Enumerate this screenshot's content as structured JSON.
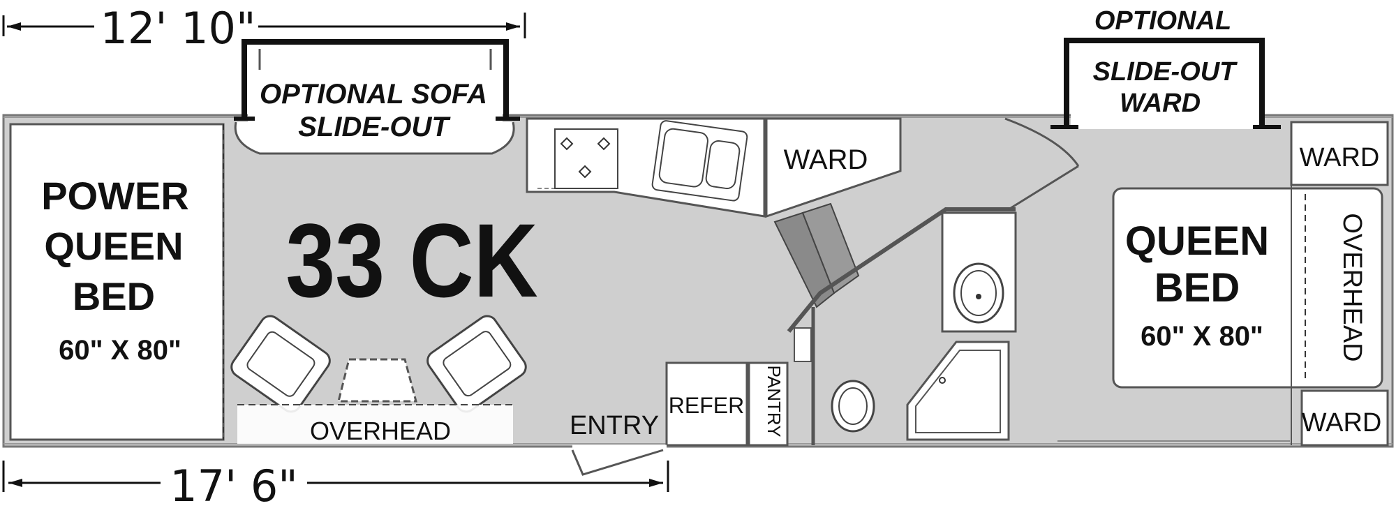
{
  "model": "33 CK",
  "dimensions": {
    "top": "12' 10\"",
    "bottom": "17' 6\""
  },
  "rooms": {
    "front_bed": [
      "POWER",
      "QUEEN",
      "BED"
    ],
    "front_bed_size": "60\" X 80\"",
    "rear_bed": [
      "QUEEN",
      "BED"
    ],
    "rear_bed_size": "60\" X 80\"",
    "sofa_slide": [
      "OPTIONAL SOFA",
      "SLIDE-OUT"
    ],
    "ward_slide_title": "OPTIONAL",
    "ward_slide": [
      "SLIDE-OUT",
      "WARD"
    ],
    "ward_kitchen": "WARD",
    "ward_top_right": "WARD",
    "ward_bottom_right": "WARD",
    "overhead_right": "OVERHEAD",
    "overhead_left": "OVERHEAD",
    "entry": "ENTRY",
    "refer": "REFER",
    "pantry": "PANTRY"
  },
  "colors": {
    "floor": "#cfcfcf",
    "wall": "#111111",
    "cabinet": "#ffffff"
  }
}
